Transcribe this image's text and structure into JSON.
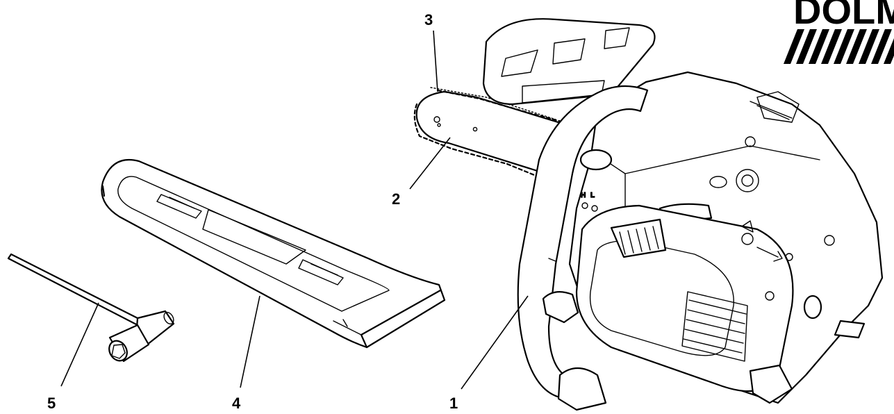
{
  "brand": {
    "logo_text": "DOLM"
  },
  "callouts": [
    {
      "id": "1",
      "label": "1"
    },
    {
      "id": "2",
      "label": "2"
    },
    {
      "id": "3",
      "label": "3"
    },
    {
      "id": "4",
      "label": "4"
    },
    {
      "id": "5",
      "label": "5"
    }
  ],
  "saw_labels": {
    "carb_h": "H",
    "carb_l": "L"
  }
}
